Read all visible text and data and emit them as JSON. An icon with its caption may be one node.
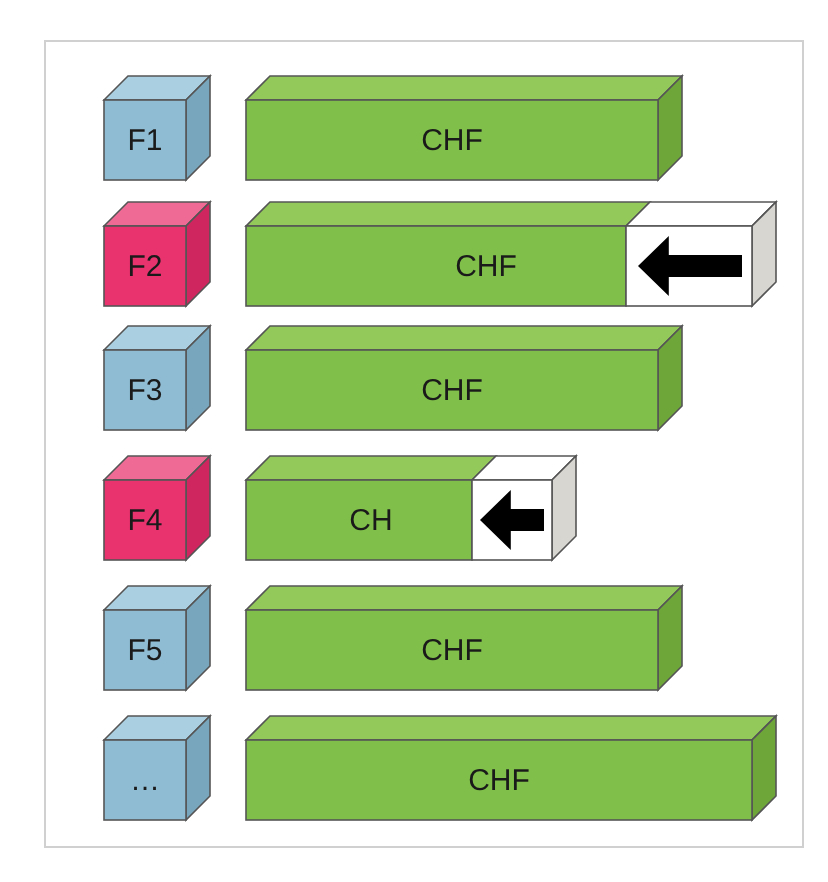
{
  "diagram": {
    "nodes": [
      {
        "text": [
          "F1"
        ]
      },
      {
        "text": [
          "CHF"
        ]
      },
      {
        "text": [
          "F2"
        ]
      },
      {
        "text": [
          "CHF"
        ]
      },
      {
        "text": [
          "F3"
        ]
      },
      {
        "text": [
          "CHF"
        ]
      },
      {
        "text": [
          "F4"
        ]
      },
      {
        "text": [
          "CH"
        ]
      },
      {
        "text": [
          "F5"
        ]
      },
      {
        "text": [
          "CHF"
        ]
      },
      {
        "text": [
          "…"
        ]
      },
      {
        "text": [
          "CHF"
        ]
      }
    ]
  }
}
